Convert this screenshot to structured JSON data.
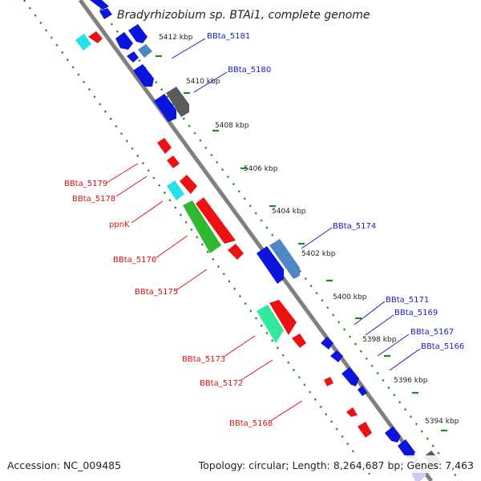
{
  "header": {
    "title": "Bradyrhizobium sp. BTAi1, complete genome"
  },
  "footer": {
    "accession": "Accession: NC_009485",
    "topology": "Topology: circular; Length: 8,264,687 bp; Genes: 7,463"
  },
  "colors": {
    "backbone": "#808080",
    "ticks": "#1e8a1e",
    "forward_label": "#1a1acc",
    "reverse_label": "#dd1111"
  },
  "scale_labels": [
    "5412 kbp",
    "5410 kbp",
    "5408 kbp",
    "5406 kbp",
    "5404 kbp",
    "5402 kbp",
    "5400 kbp",
    "5398 kbp",
    "5396 kbp",
    "5394 kbp"
  ],
  "forward_labels": [
    "BBta_5181",
    "BBta_5180",
    "BBta_5174",
    "BBta_5171",
    "BBta_5169",
    "BBta_5167",
    "BBta_5166"
  ],
  "reverse_labels": [
    "BBta_5179",
    "BBta_5178",
    "ppnK",
    "BBta_5176",
    "BBta_5175",
    "BBta_5173",
    "BBta_5172",
    "BBta_5168"
  ]
}
